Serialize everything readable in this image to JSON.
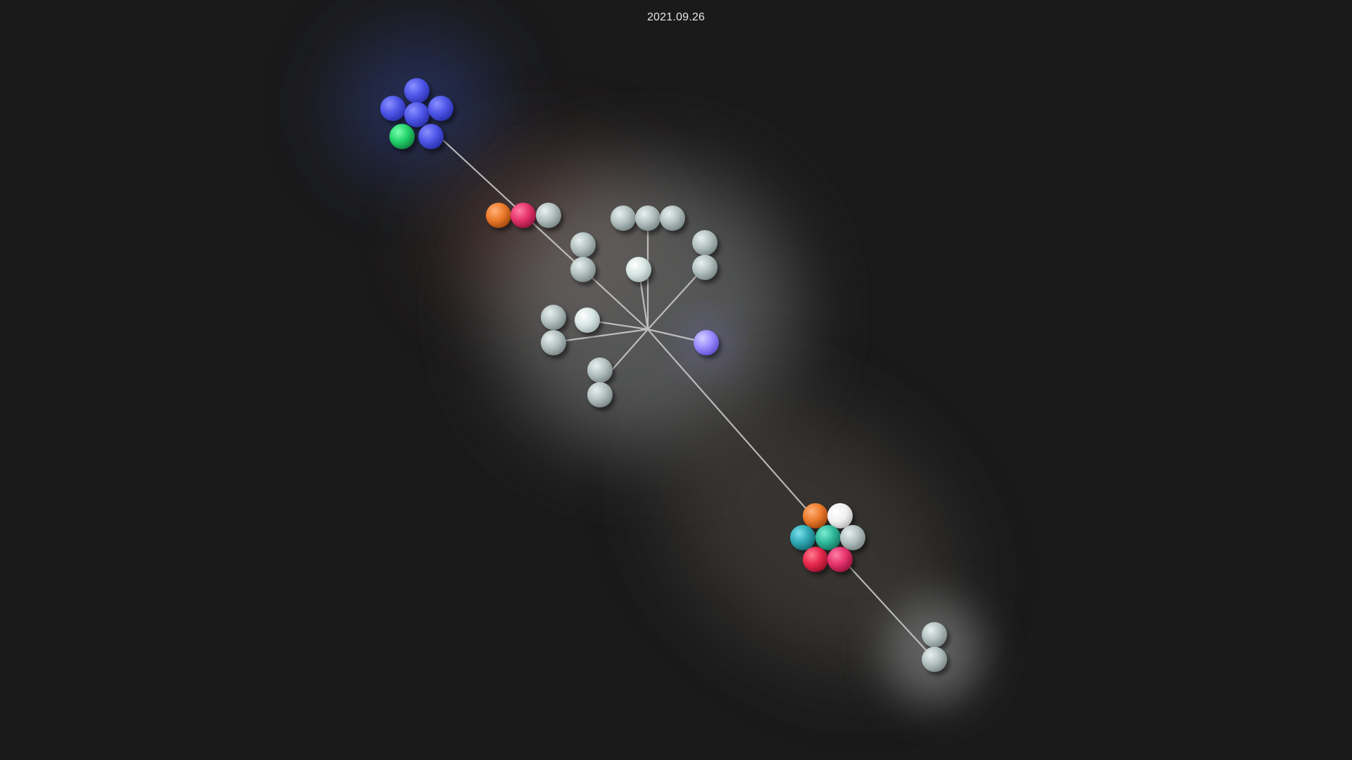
{
  "header": {
    "date": "2021.09.26"
  },
  "colors": {
    "background": "#1a1a1a",
    "edge": "#cfcfcf",
    "gray_node": "#b3c1c0",
    "blue_node": "#4f56e8",
    "green_node": "#22d36b",
    "orange_node": "#ec7a2a",
    "pink_node": "#e6336e",
    "red_node": "#e8284c",
    "teal_node": "#2fa9b5",
    "mint_node": "#2fb89a",
    "white_node": "#f3f3f3",
    "violet_node": "#9b8cff"
  },
  "clusters": [
    {
      "id": "blue-cluster",
      "nodes": [
        "blue",
        "blue",
        "blue",
        "blue",
        "blue",
        "green"
      ]
    },
    {
      "id": "warm-trio",
      "nodes": [
        "orange",
        "pink",
        "gray"
      ]
    },
    {
      "id": "gray-top-row",
      "nodes": [
        "gray",
        "gray",
        "gray"
      ]
    },
    {
      "id": "gray-upper-left-pair",
      "nodes": [
        "gray",
        "gray"
      ]
    },
    {
      "id": "gray-upper-right-pair",
      "nodes": [
        "gray",
        "gray"
      ]
    },
    {
      "id": "light-center-single",
      "nodes": [
        "light"
      ]
    },
    {
      "id": "gray-left-pair",
      "nodes": [
        "gray",
        "gray"
      ]
    },
    {
      "id": "light-left-single",
      "nodes": [
        "light"
      ]
    },
    {
      "id": "gray-lower-pair",
      "nodes": [
        "gray",
        "gray"
      ]
    },
    {
      "id": "violet-single",
      "nodes": [
        "violet"
      ]
    },
    {
      "id": "mixed-cluster",
      "nodes": [
        "orange",
        "white",
        "teal",
        "mint",
        "gray",
        "red",
        "pink"
      ]
    },
    {
      "id": "gray-bottom-pair",
      "nodes": [
        "gray",
        "gray"
      ]
    }
  ]
}
